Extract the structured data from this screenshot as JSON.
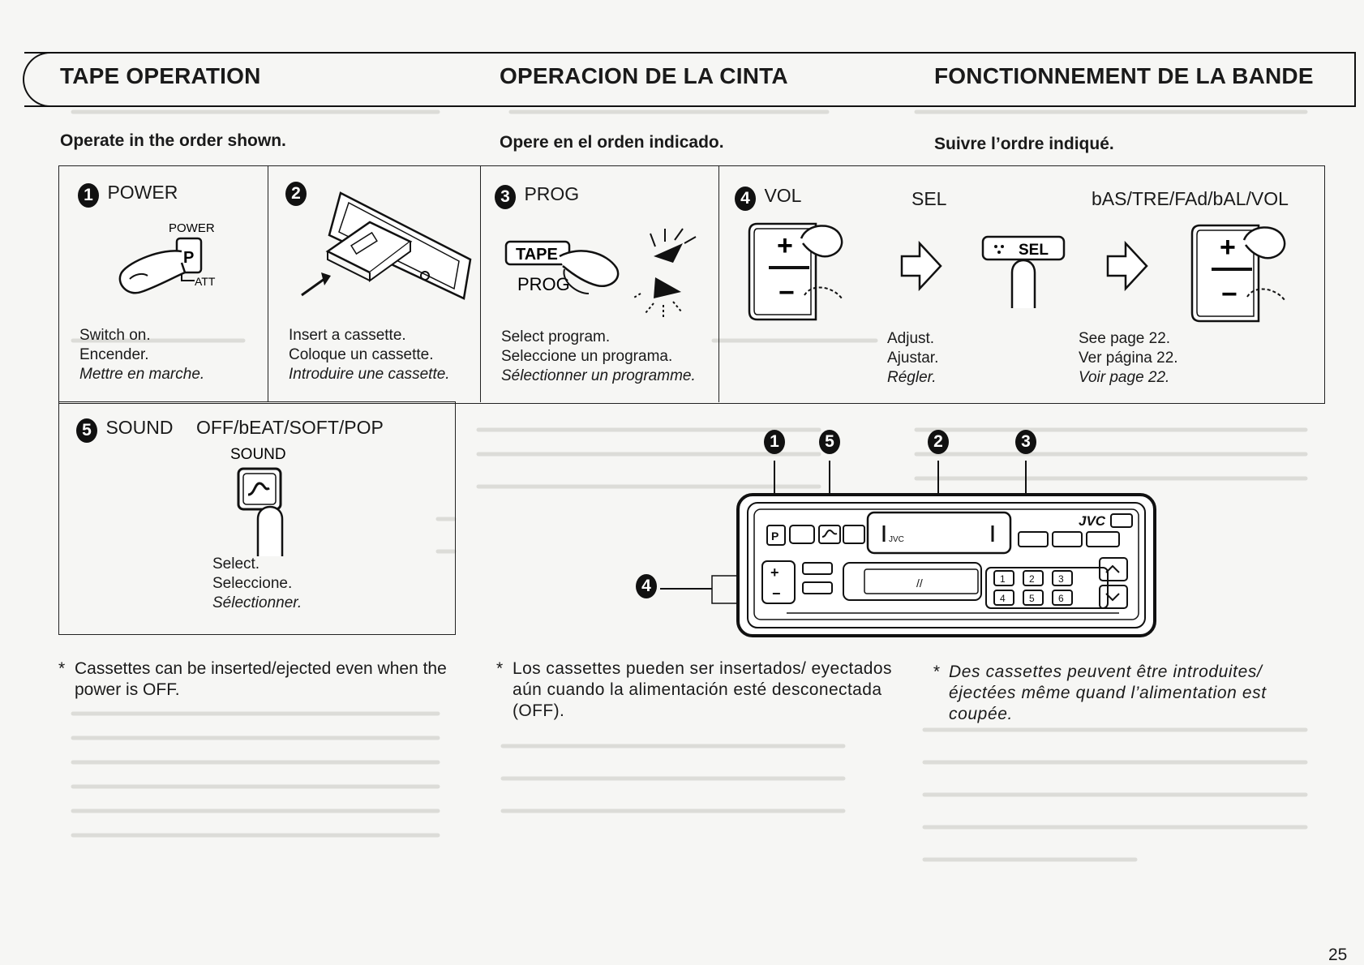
{
  "header": {
    "title_en": "TAPE OPERATION",
    "title_es": "OPERACION DE LA CINTA",
    "title_fr": "FONCTIONNEMENT DE LA BANDE"
  },
  "subheads": {
    "en": "Operate in the order shown.",
    "es": "Opere en el orden indicado.",
    "fr": "Suivre l’ordre indiqué."
  },
  "steps": {
    "step1": {
      "num": "1",
      "label": "POWER",
      "button_label": "POWER",
      "key": "P",
      "att": "ATT",
      "cap_en": "Switch on.",
      "cap_es": "Encender.",
      "cap_fr": "Mettre en marche."
    },
    "step2": {
      "num": "2",
      "cap_en": "Insert a cassette.",
      "cap_es": "Coloque un cassette.",
      "cap_fr": "Introduire une cassette."
    },
    "step3": {
      "num": "3",
      "label": "PROG",
      "button_top": "TAPE",
      "button_bottom": "PROG",
      "cap_en": "Select program.",
      "cap_es": "Seleccione un programa.",
      "cap_fr": "Sélectionner un programme."
    },
    "step4": {
      "num": "4",
      "label": "VOL",
      "sel_label": "SEL",
      "modes": "bAS/TRE/FAd/bAL/VOL",
      "sel_button": "SEL",
      "adjust_en": "Adjust.",
      "adjust_es": "Ajustar.",
      "adjust_fr": "Régler.",
      "see_en": "See page 22.",
      "see_es": "Ver página 22.",
      "see_fr": "Voir page 22."
    },
    "step5": {
      "num": "5",
      "label": "SOUND",
      "modes": "OFF/bEAT/SOFT/POP",
      "button_label": "SOUND",
      "cap_en": "Select.",
      "cap_es": "Seleccione.",
      "cap_fr": "Sélectionner."
    }
  },
  "unit": {
    "brand": "JVC",
    "callouts": [
      "1",
      "5",
      "2",
      "3",
      "4"
    ],
    "presets": [
      "1",
      "2",
      "3",
      "4",
      "5",
      "6"
    ]
  },
  "notes": {
    "en": "Cassettes can be inserted/ejected even when the power is OFF.",
    "es": "Los cassettes pueden ser insertados/ eyectados aún cuando la alimentación esté desconectada (OFF).",
    "fr": "Des cassettes peuvent être introduites/ éjectées même quand l’alimentation est coupée.",
    "bullet": "*"
  },
  "page_number": "25"
}
